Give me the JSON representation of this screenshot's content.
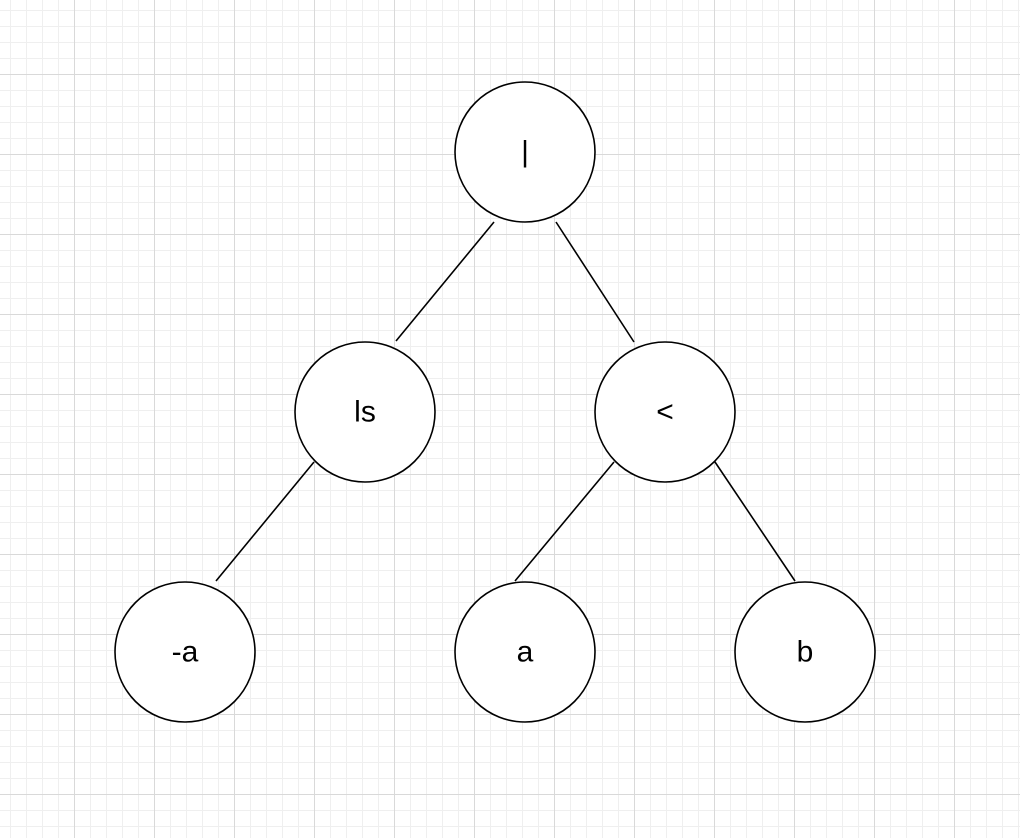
{
  "diagram": {
    "nodes": [
      {
        "id": "root",
        "label": "|"
      },
      {
        "id": "ls",
        "label": "ls"
      },
      {
        "id": "lt",
        "label": "<"
      },
      {
        "id": "neg-a",
        "label": "-a"
      },
      {
        "id": "a",
        "label": "a"
      },
      {
        "id": "b",
        "label": "b"
      }
    ],
    "edges": [
      {
        "from": "root",
        "to": "ls"
      },
      {
        "from": "root",
        "to": "lt"
      },
      {
        "from": "ls",
        "to": "neg-a"
      },
      {
        "from": "lt",
        "to": "a"
      },
      {
        "from": "lt",
        "to": "b"
      }
    ],
    "colors": {
      "stroke": "#000000",
      "node_fill": "#ffffff",
      "grid_major": "#d9d9d9",
      "grid_minor": "#efefef"
    }
  }
}
